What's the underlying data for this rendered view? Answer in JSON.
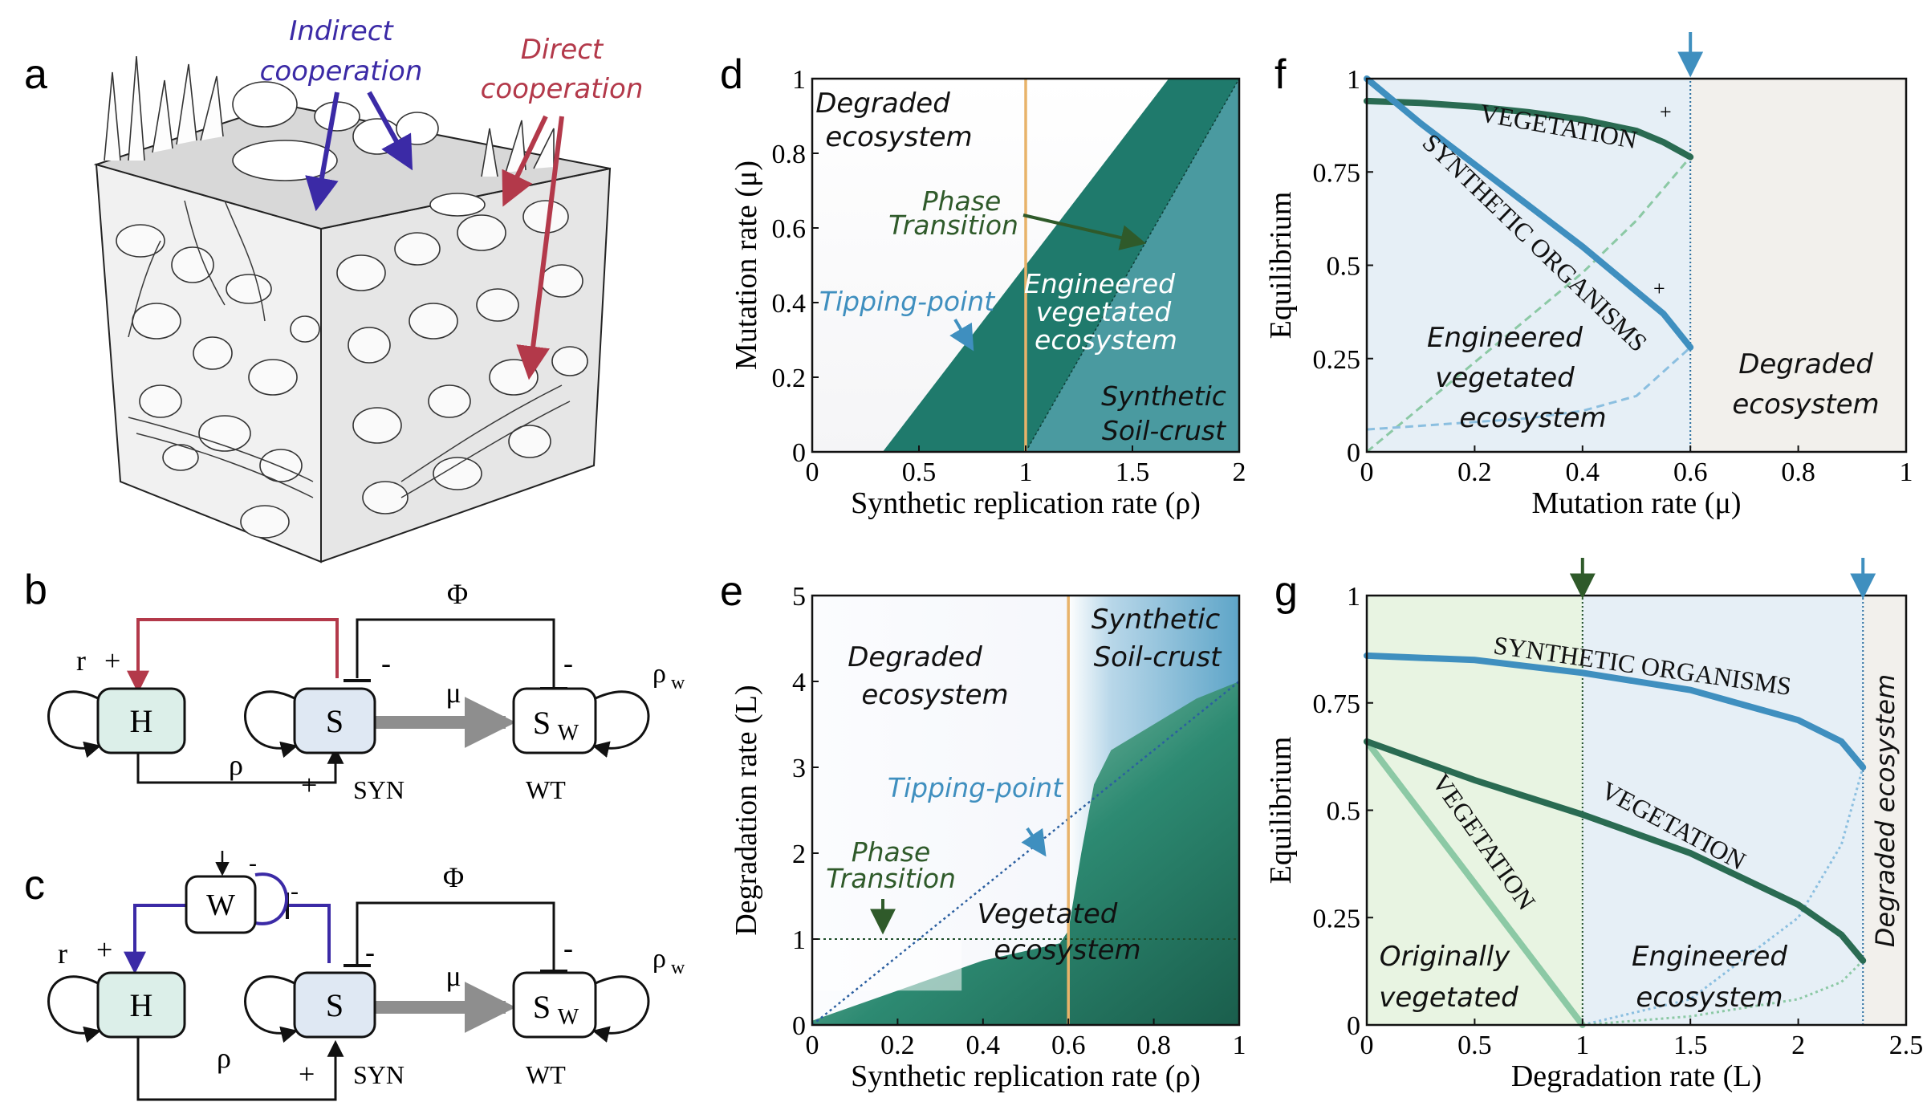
{
  "colors": {
    "teal_dark": "#1f7a6c",
    "teal_mid": "#4a9aa0",
    "green_dark": "#2a6b52",
    "green_light": "#8cc9a5",
    "blue_syn": "#3f8fbf",
    "blue_light_bg": "#e6eff6",
    "green_light_bg": "#e8f4e2",
    "gray_bg": "#f2f0ec",
    "orange_line": "#e8b36a",
    "indirect_purple": "#3b2aa6",
    "direct_red": "#b3394a",
    "arrow_green": "#2f5a2a",
    "arrow_blue": "#3f8fbf"
  },
  "panel_a": {
    "letter": "a",
    "indirect_label_1": "Indirect",
    "indirect_label_2": "cooperation",
    "direct_label_1": "Direct",
    "direct_label_2": "cooperation"
  },
  "panel_b": {
    "letter": "b",
    "H": "H",
    "S": "S",
    "SW_main": "S",
    "SW_sub": "W",
    "r": "r",
    "rho": "ρ",
    "rho_w": "ρ",
    "rho_w_sub": "w",
    "mu": "μ",
    "phi": "Φ",
    "SYN": "SYN",
    "WT": "WT",
    "plus": "+",
    "minus": "-"
  },
  "panel_c": {
    "letter": "c",
    "H": "H",
    "S": "S",
    "W": "W",
    "SW_main": "S",
    "SW_sub": "W",
    "r": "r",
    "rho": "ρ",
    "rho_w": "ρ",
    "rho_w_sub": "w",
    "mu": "μ",
    "phi": "Φ",
    "SYN": "SYN",
    "WT": "WT",
    "plus": "+",
    "minus": "-"
  },
  "chart_data": [
    {
      "id": "d",
      "letter": "d",
      "type": "area",
      "xlabel": "Synthetic replication rate (ρ)",
      "ylabel": "Mutation rate (μ)",
      "xlim": [
        0,
        2
      ],
      "ylim": [
        0,
        1
      ],
      "xticks": [
        "0",
        "0.5",
        "1",
        "1.5",
        "2"
      ],
      "yticks": [
        "0",
        "0.2",
        "0.4",
        "0.6",
        "0.8",
        "1"
      ],
      "regions": [
        {
          "name": "Degraded ecosystem",
          "label_1": "Degraded",
          "label_2": "ecosystem"
        },
        {
          "name": "Engineered vegetated ecosystem",
          "label_1": "Engineered",
          "label_2": "vegetated",
          "label_3": "ecosystem",
          "boundary": {
            "x": [
              0.33,
              1.67
            ],
            "y": [
              0,
              1
            ]
          }
        },
        {
          "name": "Synthetic Soil-crust",
          "label_1": "Synthetic",
          "label_2": "Soil-crust",
          "boundary": {
            "x": [
              1.0,
              2.0
            ],
            "y": [
              0,
              1
            ]
          }
        }
      ],
      "vline_rho": 1,
      "annotations": {
        "phase_1": "Phase",
        "phase_2": "Transition",
        "tipping": "Tipping-point"
      }
    },
    {
      "id": "e",
      "letter": "e",
      "type": "area",
      "xlabel": "Synthetic replication rate (ρ)",
      "ylabel": "Degradation rate (L)",
      "xlim": [
        0,
        1
      ],
      "ylim": [
        0,
        5
      ],
      "xticks": [
        "0",
        "0.2",
        "0.4",
        "0.6",
        "0.8",
        "1"
      ],
      "yticks": [
        "0",
        "1",
        "2",
        "3",
        "4",
        "5"
      ],
      "tipping_line": {
        "x": [
          0,
          1
        ],
        "y": [
          0,
          4
        ]
      },
      "phase_line_L": 1,
      "vline_rho": 0.6,
      "vegetated_boundary": {
        "x": [
          0,
          0.2,
          0.4,
          0.58,
          0.6,
          0.63,
          0.66,
          0.7,
          0.8,
          0.9,
          1.0
        ],
        "y": [
          0.05,
          0.4,
          0.75,
          0.95,
          1.1,
          2.0,
          2.8,
          3.2,
          3.5,
          3.8,
          4.0
        ]
      },
      "regions": [
        {
          "name": "Degraded ecosystem",
          "label_1": "Degraded",
          "label_2": "ecosystem"
        },
        {
          "name": "Synthetic Soil-crust",
          "label_1": "Synthetic",
          "label_2": "Soil-crust"
        },
        {
          "name": "Vegetated ecosystem",
          "label_1": "Vegetated",
          "label_2": "ecosystem"
        }
      ],
      "annotations": {
        "phase_1": "Phase",
        "phase_2": "Transition",
        "tipping": "Tipping-point"
      }
    },
    {
      "id": "f",
      "letter": "f",
      "type": "line",
      "xlabel": "Mutation rate (μ)",
      "ylabel": "Equilibrium",
      "xlim": [
        0,
        1
      ],
      "ylim": [
        0,
        1
      ],
      "xticks": [
        "0",
        "0.2",
        "0.4",
        "0.6",
        "0.8",
        "1"
      ],
      "yticks": [
        "0",
        "0.25",
        "0.5",
        "0.75",
        "1"
      ],
      "tipping_mu": 0.6,
      "series": [
        {
          "name": "VEGETATION",
          "x": [
            0,
            0.1,
            0.2,
            0.3,
            0.4,
            0.5,
            0.55,
            0.6
          ],
          "y": [
            0.94,
            0.935,
            0.925,
            0.91,
            0.89,
            0.86,
            0.83,
            0.79
          ]
        },
        {
          "name": "SYNTHETIC ORGANISMS",
          "x": [
            0,
            0.1,
            0.2,
            0.3,
            0.4,
            0.5,
            0.55,
            0.6
          ],
          "y": [
            1.0,
            0.88,
            0.77,
            0.66,
            0.55,
            0.43,
            0.37,
            0.28
          ]
        }
      ],
      "unstable": [
        {
          "x": [
            0,
            0.1,
            0.2,
            0.3,
            0.4,
            0.5,
            0.6
          ],
          "y": [
            0.0,
            0.12,
            0.24,
            0.36,
            0.48,
            0.62,
            0.79
          ]
        },
        {
          "x": [
            0,
            0.1,
            0.2,
            0.3,
            0.4,
            0.5,
            0.6
          ],
          "y": [
            0.06,
            0.07,
            0.08,
            0.09,
            0.11,
            0.15,
            0.28
          ]
        }
      ],
      "regions": [
        {
          "name": "Engineered vegetated ecosystem",
          "label_1": "Engineered",
          "label_2": "vegetated",
          "label_3": "ecosystem"
        },
        {
          "name": "Degraded ecosystem",
          "label_1": "Degraded",
          "label_2": "ecosystem"
        }
      ],
      "plus": "+"
    },
    {
      "id": "g",
      "letter": "g",
      "type": "line",
      "xlabel": "Degradation rate (L)",
      "ylabel": "Equilibrium",
      "xlim": [
        0,
        2.5
      ],
      "ylim": [
        0,
        1
      ],
      "xticks": [
        "0",
        "0.5",
        "1",
        "1.5",
        "2",
        "2.5"
      ],
      "yticks": [
        "0",
        "0.25",
        "0.5",
        "0.75",
        "1"
      ],
      "phase_L": 1.0,
      "tipping_L": 2.3,
      "series": [
        {
          "name": "SYNTHETIC ORGANISMS",
          "x": [
            0,
            0.5,
            1.0,
            1.5,
            2.0,
            2.2,
            2.3
          ],
          "y": [
            0.86,
            0.85,
            0.82,
            0.78,
            0.71,
            0.66,
            0.6
          ]
        },
        {
          "name": "VEGETATION (engineered)",
          "x": [
            0,
            0.5,
            1.0,
            1.5,
            2.0,
            2.2,
            2.3
          ],
          "y": [
            0.66,
            0.57,
            0.49,
            0.4,
            0.28,
            0.21,
            0.15
          ]
        },
        {
          "name": "VEGETATION (original)",
          "x": [
            0,
            1.0
          ],
          "y": [
            0.66,
            0.0
          ]
        }
      ],
      "unstable": [
        {
          "x": [
            1.0,
            1.5,
            2.0,
            2.2,
            2.3
          ],
          "y": [
            0.0,
            0.06,
            0.25,
            0.42,
            0.6
          ]
        },
        {
          "x": [
            1.0,
            1.5,
            2.0,
            2.2,
            2.3
          ],
          "y": [
            0.0,
            0.02,
            0.06,
            0.1,
            0.15
          ]
        }
      ],
      "labels": {
        "syn": "SYNTHETIC ORGANISMS",
        "veg": "VEGETATION",
        "veg_orig": "VEGETATION",
        "degraded": "Degraded ecosystem"
      },
      "regions": [
        {
          "name": "Originally vegetated",
          "label_1": "Originally",
          "label_2": "vegetated"
        },
        {
          "name": "Engineered ecosystem",
          "label_1": "Engineered",
          "label_2": "ecosystem"
        }
      ]
    }
  ]
}
